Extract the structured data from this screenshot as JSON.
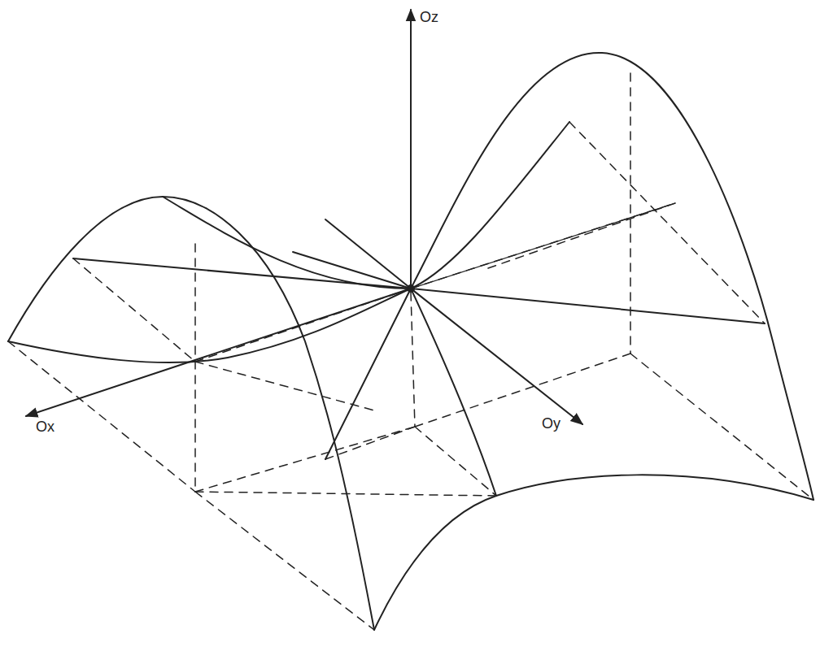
{
  "diagram": {
    "labels": [
      "Oz",
      "Ox",
      "Oy"
    ]
  }
}
